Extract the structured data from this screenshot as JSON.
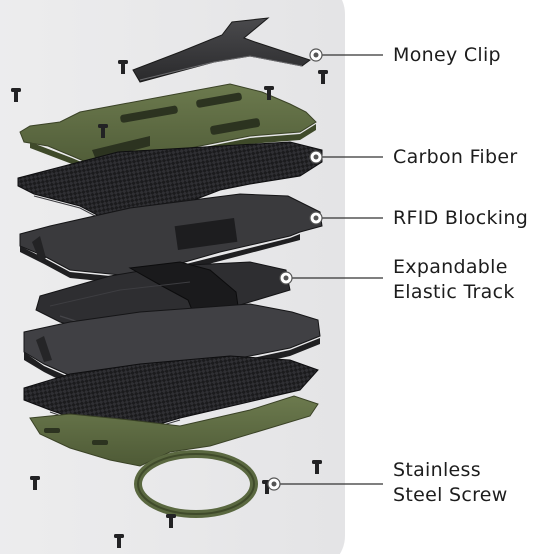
{
  "labels": {
    "money_clip": "Money Clip",
    "carbon_fiber": "Carbon Fiber",
    "rfid_blocking": "RFID Blocking",
    "expandable_line1": "Expandable",
    "expandable_line2": "Elastic Track",
    "screw_line1": "Stainless",
    "screw_line2": "Steel Screw"
  },
  "colors": {
    "panel": "#f0f0f1",
    "green": "#58643f",
    "dark_metal": "#2b2b2d",
    "carbon": "#1e1e20",
    "leader": "#333333",
    "text": "#1d1d1d"
  }
}
